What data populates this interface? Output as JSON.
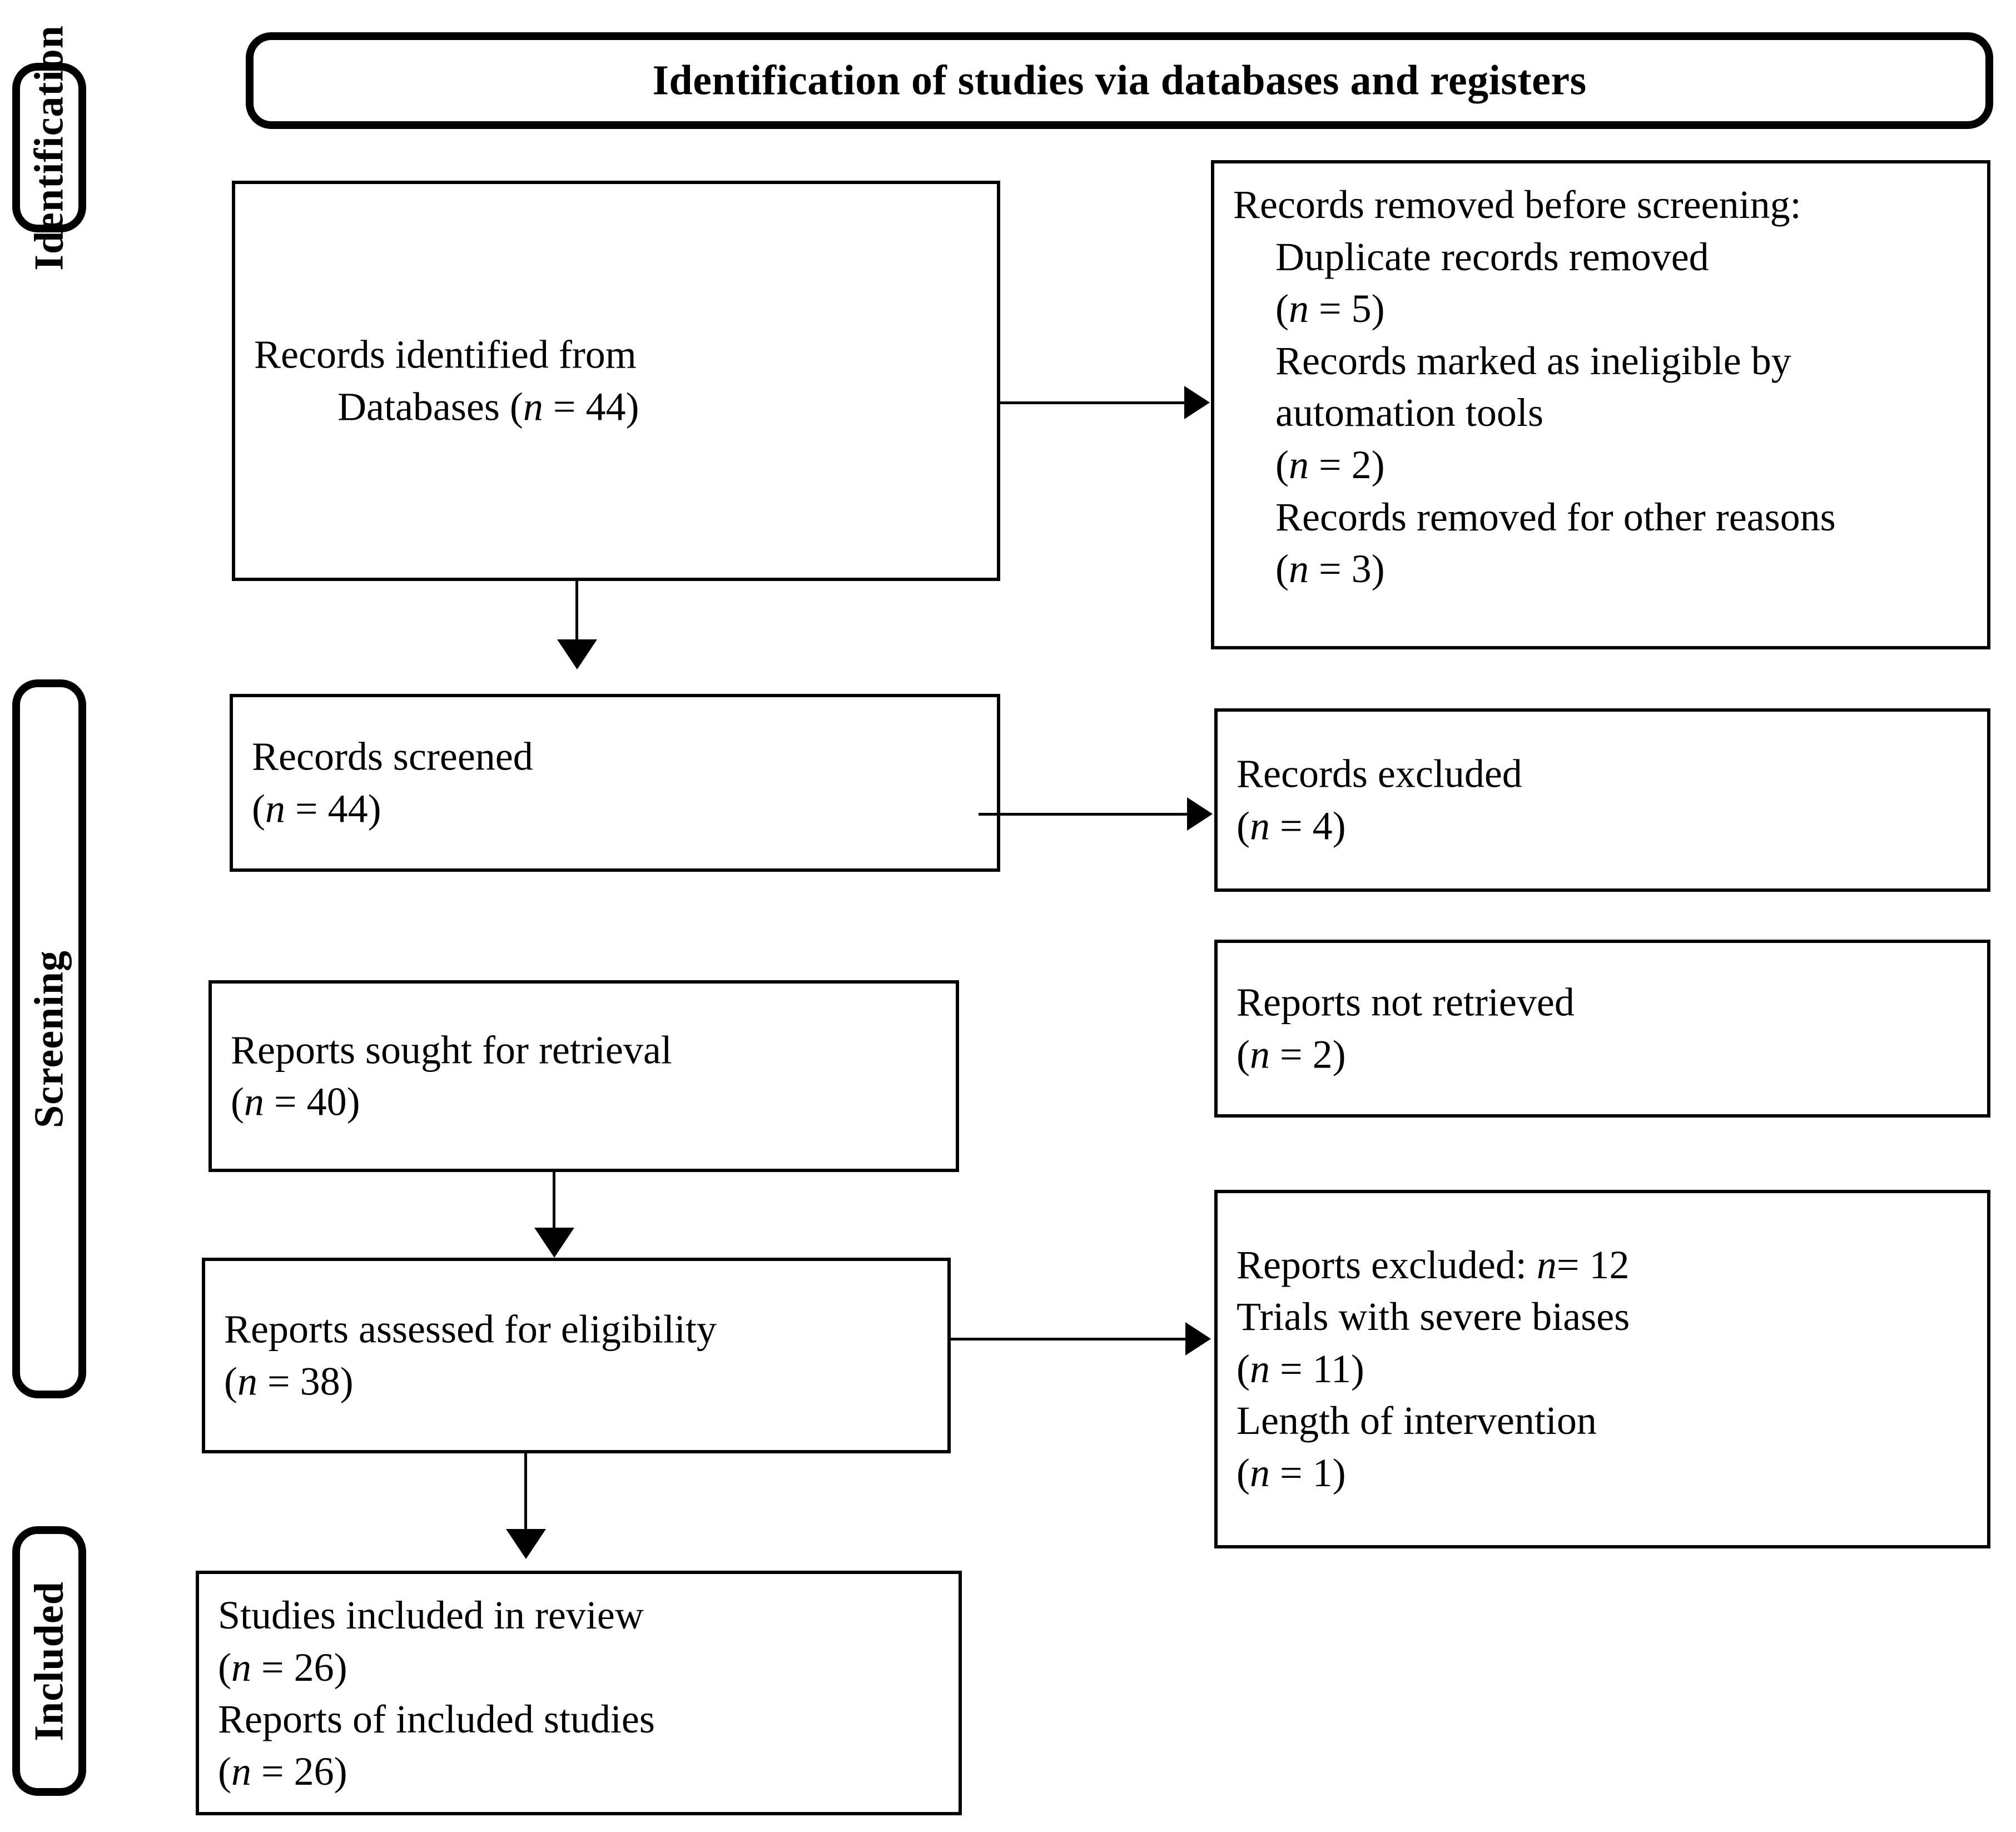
{
  "diagram": {
    "type": "prisma-flow-diagram",
    "title": "Identification of studies via databases and registers",
    "stages": [
      {
        "id": "identification",
        "label": "Identification"
      },
      {
        "id": "screening",
        "label": "Screening"
      },
      {
        "id": "included",
        "label": "Included"
      }
    ],
    "boxes": {
      "records_identified": {
        "line1": "Records identified from",
        "line2": "Databases (",
        "line2_n": "n",
        "line2_end": " = 44)"
      },
      "records_removed": {
        "heading": "Records removed before screening:",
        "item1": "Duplicate records removed",
        "item1_n_open": "(",
        "item1_n": "n",
        "item1_n_close": " = 5)",
        "item2": "Records marked as ineligible by",
        "item2b": "automation tools",
        "item2_n_open": "(",
        "item2_n": "n",
        "item2_n_close": " = 2)",
        "item3": "Records removed for other reasons",
        "item3_n_open": "(",
        "item3_n": "n",
        "item3_n_close": " = 3)"
      },
      "records_screened": {
        "line1": "Records screened",
        "n_open": "(",
        "n": "n",
        "n_close": " = 44)"
      },
      "records_excluded": {
        "line1": "Records excluded",
        "n_open": "(",
        "n": "n",
        "n_close": " = 4)"
      },
      "reports_sought": {
        "line1": "Reports sought for retrieval",
        "n_open": "(",
        "n": "n",
        "n_close": " = 40)"
      },
      "reports_not_retrieved": {
        "line1": "Reports not retrieved",
        "n_open": "(",
        "n": "n",
        "n_close": " = 2)"
      },
      "reports_assessed": {
        "line1": "Reports assessed for eligibility",
        "n_open": "(",
        "n": "n",
        "n_close": " = 38)"
      },
      "reports_excluded": {
        "heading_a": "Reports excluded: ",
        "heading_n": "n",
        "heading_b": "= 12",
        "item1": "Trials with severe biases",
        "item1_n_open": "(",
        "item1_n": "n",
        "item1_n_close": " = 11)",
        "item2": "Length of intervention",
        "item2_n_open": "(",
        "item2_n": "n",
        "item2_n_close": " = 1)"
      },
      "studies_included": {
        "line1": "Studies included in review",
        "n1_open": "(",
        "n1": "n",
        "n1_close": " = 26)",
        "line2": "Reports of included studies",
        "n2_open": "(",
        "n2": "n",
        "n2_close": " = 26)"
      }
    },
    "counts": {
      "identified_databases": 44,
      "duplicates_removed": 5,
      "ineligible_automation": 2,
      "removed_other": 3,
      "screened": 44,
      "excluded_screening": 4,
      "sought_retrieval": 40,
      "not_retrieved": 2,
      "assessed_eligibility": 38,
      "reports_excluded_total": 12,
      "severe_biases": 11,
      "length_intervention": 1,
      "studies_included": 26,
      "reports_included": 26
    },
    "colors": {
      "line": "#000000",
      "background": "#ffffff",
      "text": "#000000"
    }
  }
}
